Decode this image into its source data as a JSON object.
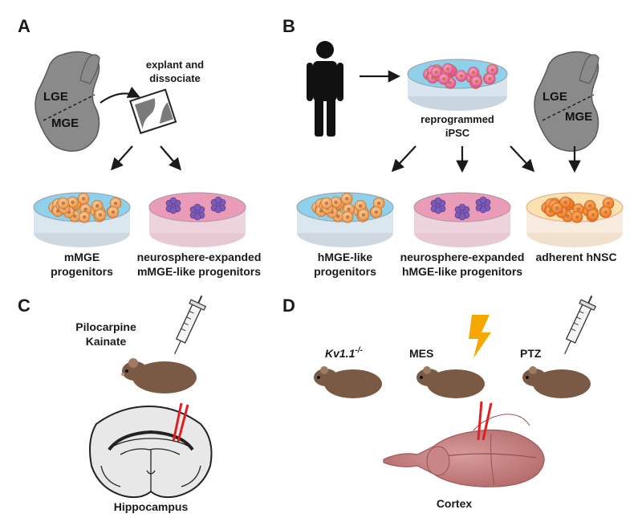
{
  "panels": {
    "a": "A",
    "b": "B",
    "c": "C",
    "d": "D"
  },
  "panel_a": {
    "lge": "LGE",
    "mge": "MGE",
    "explant_line1": "explant and",
    "explant_line2": "dissociate",
    "dish1_line1": "mMGE",
    "dish1_line2": "progenitors",
    "dish2_line1": "neurosphere-expanded",
    "dish2_line2": "mMGE-like progenitors"
  },
  "panel_b": {
    "ipsc_line1": "reprogrammed",
    "ipsc_line2": "iPSC",
    "lge": "LGE",
    "mge": "MGE",
    "dish1_line1": "hMGE-like",
    "dish1_line2": "progenitors",
    "dish2_line1": "neurosphere-expanded",
    "dish2_line2": "hMGE-like progenitors",
    "dish3_line1": "adherent hNSC"
  },
  "panel_c": {
    "model_line1": "Pilocarpine",
    "model_line2": "Kainate",
    "region": "Hippocampus"
  },
  "panel_d": {
    "model1_prefix": "Kv1.1",
    "model1_sup": "-/-",
    "model2": "MES",
    "model3": "PTZ",
    "region": "Cortex"
  },
  "colors": {
    "mge_dish": "#f2a65a",
    "sphere_dish": "#7b5bb5",
    "ipsc_dish": "#e8559a",
    "hnsc_dish": "#f08a2a",
    "mouse": "#7a5a44",
    "electrode": "#e02020",
    "lightning": "#f5a800"
  }
}
